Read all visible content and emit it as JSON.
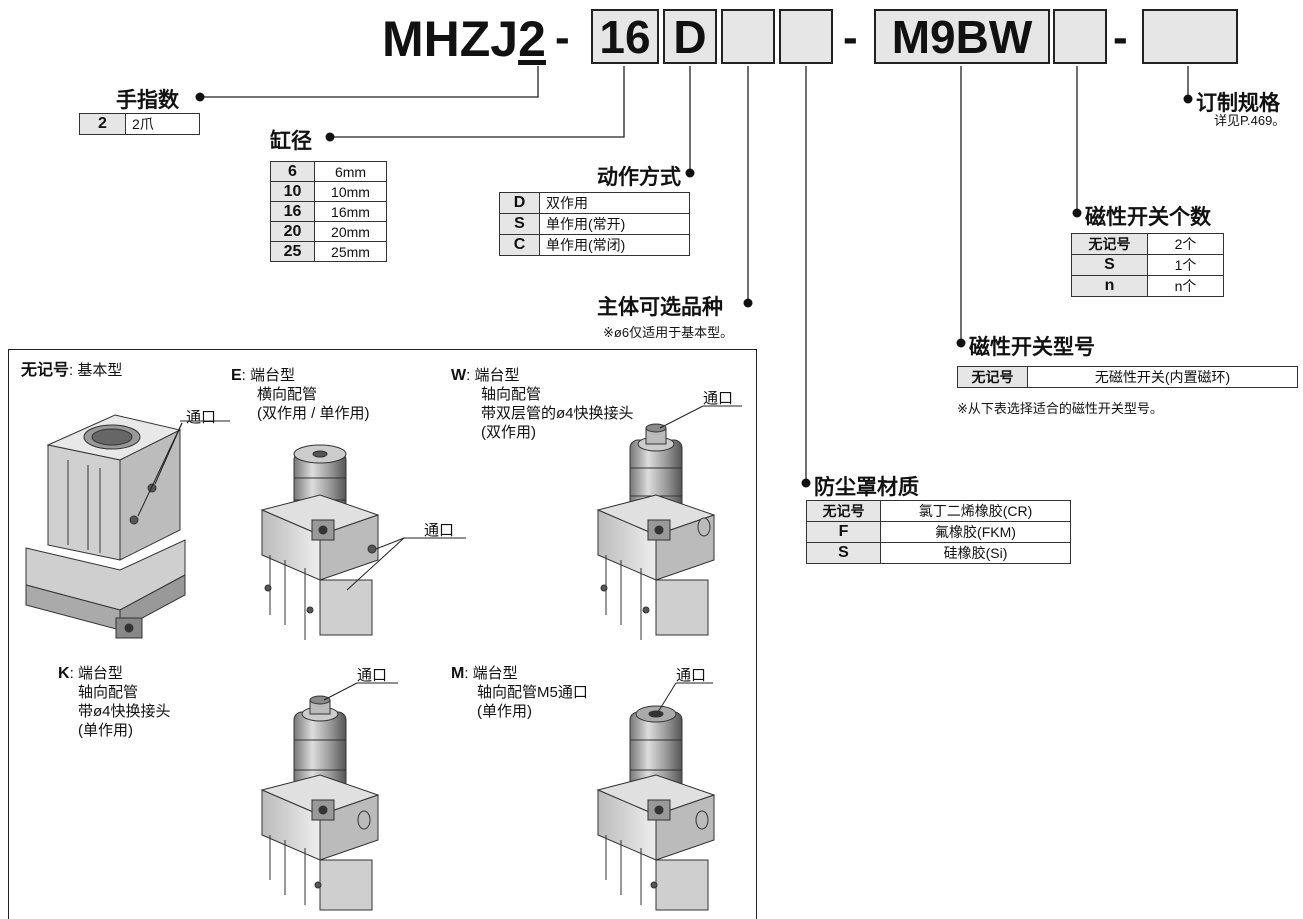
{
  "model": {
    "prefix": "MHZJ",
    "fingers_digit": "2",
    "dash1": "-",
    "bore": "16",
    "action": "D",
    "dash2": "-",
    "switch": "M9BW",
    "dash3": "-"
  },
  "fingers": {
    "label": "手指数",
    "key": "2",
    "value": "2爪"
  },
  "bore_size": {
    "label": "缸径",
    "rows": [
      {
        "k": "6",
        "v": "6mm"
      },
      {
        "k": "10",
        "v": "10mm"
      },
      {
        "k": "16",
        "v": "16mm"
      },
      {
        "k": "20",
        "v": "20mm"
      },
      {
        "k": "25",
        "v": "25mm"
      }
    ]
  },
  "action_type": {
    "label": "动作方式",
    "rows": [
      {
        "k": "D",
        "v": "双作用"
      },
      {
        "k": "S",
        "v": "单作用(常开)"
      },
      {
        "k": "C",
        "v": "单作用(常闭)"
      }
    ]
  },
  "body_option": {
    "label": "主体可选品种",
    "note": "※ø6仅适用于基本型。"
  },
  "custom": {
    "label": "订制规格",
    "note": "详见P.469。"
  },
  "switch_count": {
    "label": "磁性开关个数",
    "rows": [
      {
        "k": "无记号",
        "v": "2个"
      },
      {
        "k": "S",
        "v": "1个"
      },
      {
        "k": "n",
        "v": "n个"
      }
    ]
  },
  "switch_model": {
    "label": "磁性开关型号",
    "row": {
      "k": "无记号",
      "v": "无磁性开关(内置磁环)"
    },
    "note": "※从下表选择适合的磁性开关型号。"
  },
  "dust_cover": {
    "label": "防尘罩材质",
    "rows": [
      {
        "k": "无记号",
        "v": "氯丁二烯橡胶(CR)"
      },
      {
        "k": "F",
        "v": "氟橡胶(FKM)"
      },
      {
        "k": "S",
        "v": "硅橡胶(Si)"
      }
    ]
  },
  "options": {
    "basic": {
      "key": "无记号",
      "lines": [
        ": 基本型"
      ],
      "port": "通口"
    },
    "E": {
      "key": "E",
      "lines": [
        ": 端台型",
        "横向配管",
        "(双作用 / 单作用)"
      ],
      "port": "通口"
    },
    "W": {
      "key": "W",
      "lines": [
        ": 端台型",
        "轴向配管",
        "带双层管的ø4快换接头",
        "(双作用)"
      ],
      "port": "通口"
    },
    "K": {
      "key": "K",
      "lines": [
        ": 端台型",
        "轴向配管",
        "带ø4快换接头",
        "(单作用)"
      ],
      "port": "通口"
    },
    "M": {
      "key": "M",
      "lines": [
        ": 端台型",
        "轴向配管M5通口",
        "(单作用)"
      ],
      "port": "通口"
    }
  }
}
